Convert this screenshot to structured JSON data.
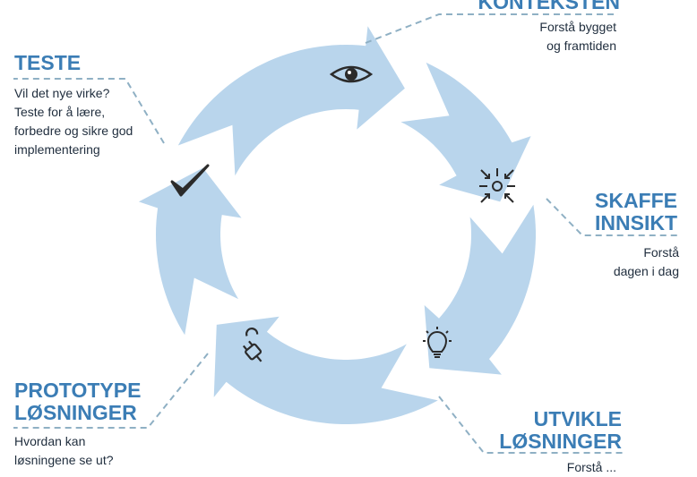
{
  "colors": {
    "ring": "#b9d5ec",
    "title": "#3b7db5",
    "body": "#1f2d3d",
    "dash": "#8fb0c4"
  },
  "steps": [
    {
      "title": "KONTEKSTEN",
      "desc": [
        "Forstå bygget",
        "og framtiden"
      ],
      "icon": "eye-icon"
    },
    {
      "title": [
        "SKAFFE",
        "INNSIKT"
      ],
      "desc": [
        "Forstå",
        "dagen i dag"
      ],
      "icon": "focus-arrows-icon"
    },
    {
      "title": [
        "UTVIKLE",
        "LØSNINGER"
      ],
      "desc": [
        "Forstå ..."
      ],
      "icon": "lightbulb-icon"
    },
    {
      "title": [
        "PROTOTYPE",
        "LØSNINGER"
      ],
      "desc": [
        "Hvordan kan",
        "løsningene se ut?"
      ],
      "icon": "plug-wrench-icon"
    },
    {
      "title": "TESTE",
      "desc": [
        "Vil det nye virke?",
        "Teste for å lære,",
        "forbedre og sikre god",
        "implementering"
      ],
      "icon": "checkmark-icon"
    }
  ]
}
